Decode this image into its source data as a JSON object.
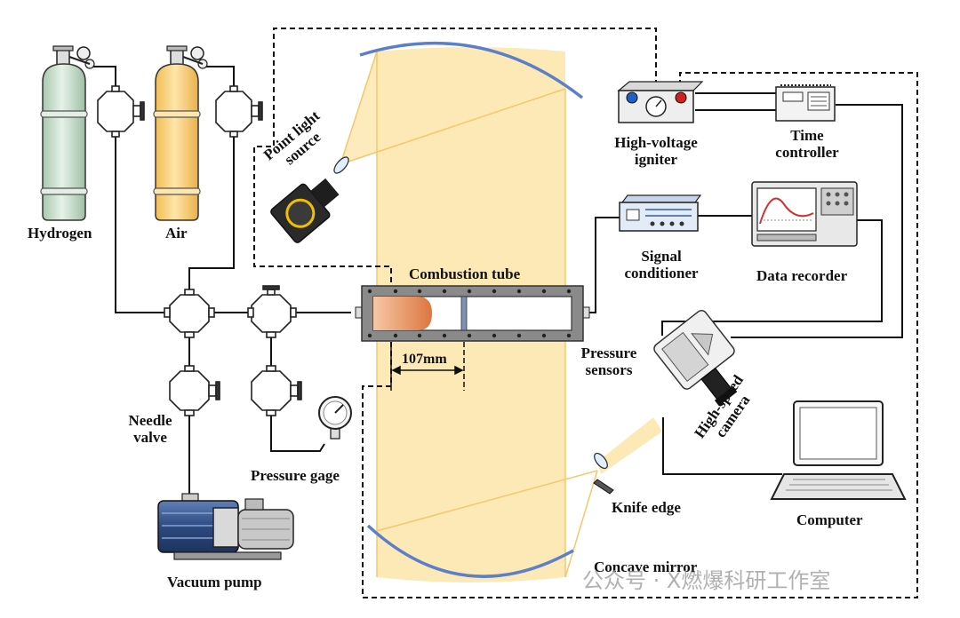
{
  "labels": {
    "hydrogen": "Hydrogen",
    "air": "Air",
    "point_light_source": [
      "Point light",
      "source"
    ],
    "combustion_tube": "Combustion tube",
    "high_voltage_igniter": [
      "High-voltage",
      "igniter"
    ],
    "time_controller": [
      "Time",
      "controller"
    ],
    "signal_conditioner": [
      "Signal",
      "conditioner"
    ],
    "data_recorder": "Data recorder",
    "pressure_sensors": [
      "Pressure",
      "sensors"
    ],
    "high_speed_camera": [
      "High-speed",
      "camera"
    ],
    "distance": "107mm",
    "needle_valve": [
      "Needle",
      "valve"
    ],
    "pressure_gage": "Pressure gage",
    "knife_edge": "Knife edge",
    "computer": "Computer",
    "concave_mirror": "Concave mirror",
    "vacuum_pump": "Vacuum pump"
  },
  "watermark": "公众号 · X燃爆科研工作室",
  "colors": {
    "hydrogen_cylinder": "#cfe3d2",
    "air_cylinder": "#fcd98a",
    "light_path": "#fde7b0",
    "mirror": "#5b7fc8",
    "flame": "#e8895a",
    "tube_frame": "#6b6b6b",
    "pump": "#2f4f86"
  },
  "icons": [
    "gas-cylinder-icon",
    "needle-valve-icon",
    "cross-fitting-icon",
    "pressure-gauge-icon",
    "vacuum-pump-icon",
    "lamp-icon",
    "lens-icon",
    "concave-mirror-icon",
    "igniter-icon",
    "time-controller-icon",
    "signal-conditioner-icon",
    "oscilloscope-icon",
    "high-speed-camera-icon",
    "laptop-icon",
    "knife-edge-icon"
  ]
}
